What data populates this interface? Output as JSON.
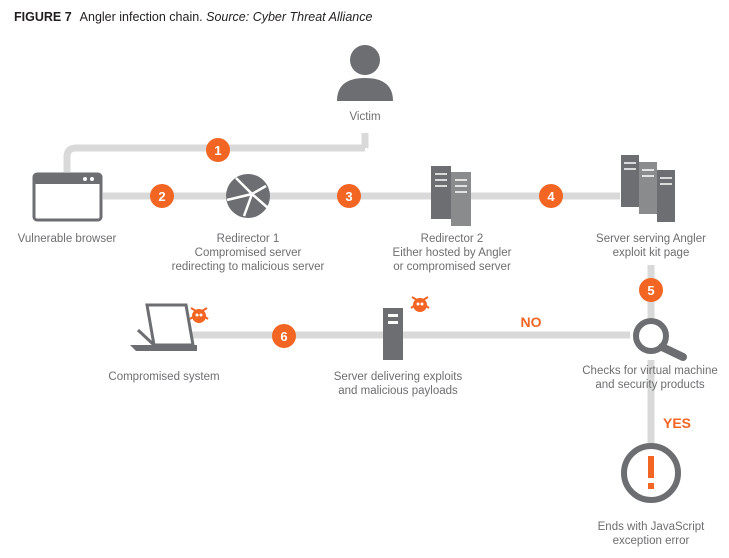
{
  "caption": {
    "figure": "FIGURE 7",
    "title": "Angler infection chain.",
    "source": "Source: Cyber Threat Alliance"
  },
  "colors": {
    "accent": "#f26522",
    "line": "#d9d9d9",
    "icon": "#6d6e71",
    "text": "#6d6e71"
  },
  "nodes": {
    "victim": {
      "label": [
        "Victim"
      ],
      "icon": "person-icon"
    },
    "browser": {
      "label": [
        "Vulnerable browser"
      ],
      "icon": "browser-window-icon"
    },
    "redirector1": {
      "label": [
        "Redirector 1",
        "Compromised server",
        "redirecting to malicious server"
      ],
      "icon": "globe-icon"
    },
    "redirector2": {
      "label": [
        "Redirector 2",
        "Either hosted by Angler",
        "or compromised server"
      ],
      "icon": "server-pair-icon"
    },
    "kit_server": {
      "label": [
        "Server serving Angler",
        "exploit kit page"
      ],
      "icon": "server-rack-icon"
    },
    "checks": {
      "label": [
        "Checks for virtual machine",
        "and security products"
      ],
      "icon": "magnifier-icon"
    },
    "delivery": {
      "label": [
        "Server delivering exploits",
        "and malicious payloads"
      ],
      "icon": "server-bug-icon"
    },
    "compromised": {
      "label": [
        "Compromised system"
      ],
      "icon": "laptop-bug-icon"
    },
    "ends": {
      "label": [
        "Ends with JavaScript",
        "exception error"
      ],
      "icon": "exclamation-icon"
    }
  },
  "steps": [
    "1",
    "2",
    "3",
    "4",
    "5",
    "6"
  ],
  "branches": {
    "no": "NO",
    "yes": "YES"
  }
}
